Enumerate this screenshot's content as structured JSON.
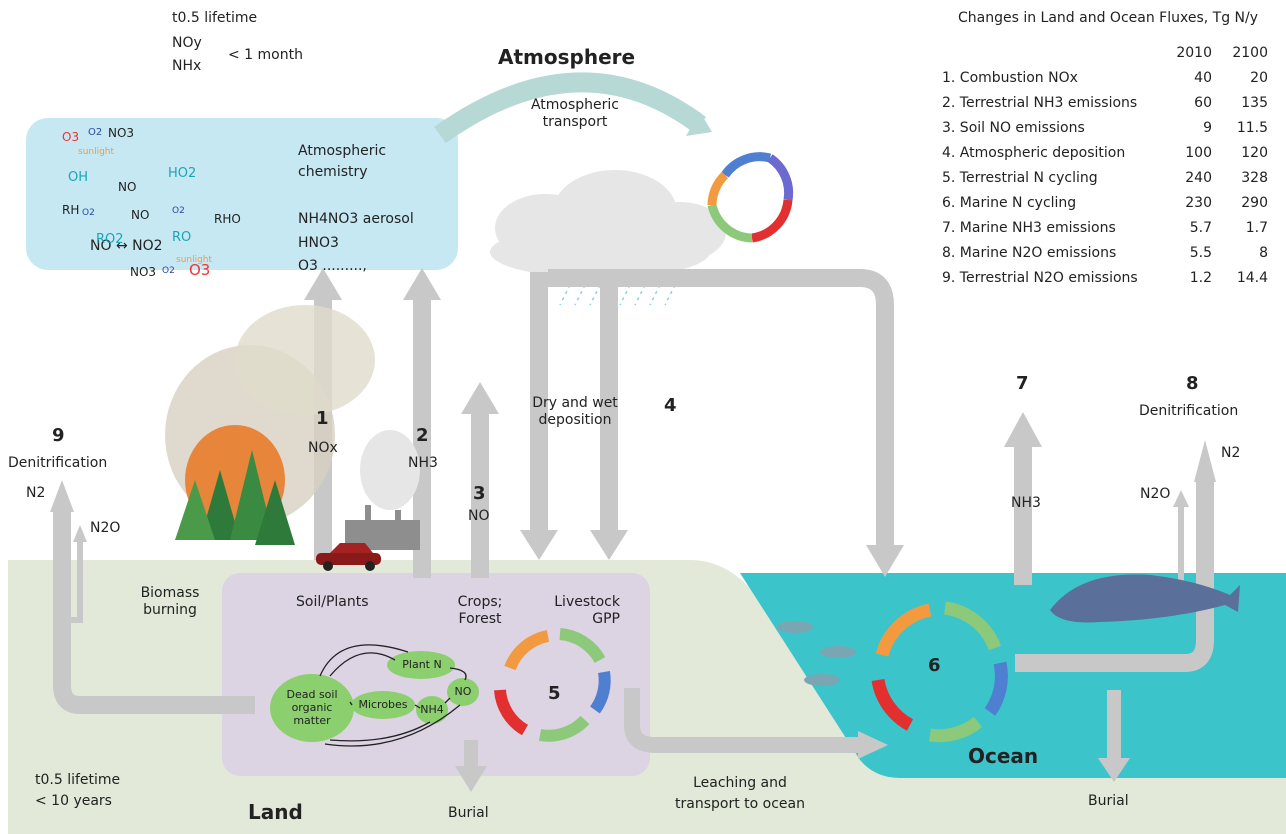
{
  "labels": {
    "lifetime_top": "t0.5 lifetime",
    "noy": "NOy",
    "nhx": "NHx",
    "lt_month": "< 1 month",
    "atmosphere": "Atmosphere",
    "atm_transport_1": "Atmospheric",
    "atm_transport_2": "transport",
    "atm_chem_1": "Atmospheric",
    "atm_chem_2": "chemistry",
    "aerosol": "NH4NO3 aerosol",
    "hno3": "HNO3",
    "o3_dots": "O3 .........,",
    "no_no2": "NO ↔ NO2",
    "flux1": "1",
    "flux1_sp": "NOx",
    "flux2": "2",
    "flux2_sp": "NH3",
    "flux3": "3",
    "flux3_sp": "NO",
    "flux4": "4",
    "dry_wet_1": "Dry and wet",
    "dry_wet_2": "deposition",
    "flux5": "5",
    "flux6": "6",
    "flux7": "7",
    "flux7_sp": "NH3",
    "flux8": "8",
    "denit_ocean": "Denitrification",
    "n2_ocean": "N2",
    "n2o_ocean": "N2O",
    "flux9": "9",
    "denit_land": "Denitrification",
    "n2_land": "N2",
    "n2o_land": "N2O",
    "biomass_1": "Biomass",
    "biomass_2": "burning",
    "soil_plants": "Soil/Plants",
    "crops_1": "Crops;",
    "crops_2": "Forest",
    "livestock_1": "Livestock",
    "livestock_2": "GPP",
    "plant_n": "Plant N",
    "dead_soil_1": "Dead soil",
    "dead_soil_2": "organic",
    "dead_soil_3": "matter",
    "microbes": "Microbes",
    "nh4": "NH4",
    "no_node": "NO",
    "lifetime_land_1": "t0.5 lifetime",
    "lifetime_land_2": "< 10 years",
    "land": "Land",
    "burial_land": "Burial",
    "leach_1": "Leaching and",
    "leach_2": "transport to ocean",
    "ocean": "Ocean",
    "burial_ocean": "Burial"
  },
  "chem": {
    "o3_a": "O3",
    "o2_a": "O2",
    "no3_a": "NO3",
    "sunlight_a": "sunlight",
    "oh": "OH",
    "no_a": "NO",
    "ho2": "HO2",
    "rh": "RH",
    "o2_b": "O2",
    "o2_c": "O2",
    "rho": "RHO",
    "ro2": "RO2",
    "no_b": "NO",
    "ro": "RO",
    "o2_d": "O2",
    "sunlight_b": "sunlight",
    "no3_b": "NO3",
    "o2_e": "O2",
    "o3_b": "O3"
  },
  "table": {
    "title": "Changes in Land and Ocean Fluxes, Tg N/y",
    "col_2010": "2010",
    "col_2100": "2100",
    "rows": [
      {
        "label": "1.  Combustion NOx",
        "v2010": "40",
        "v2100": "20"
      },
      {
        "label": "2.  Terrestrial NH3 emissions",
        "v2010": "60",
        "v2100": "135"
      },
      {
        "label": "3.  Soil NO emissions",
        "v2010": "9",
        "v2100": "11.5"
      },
      {
        "label": "4.  Atmospheric deposition",
        "v2010": "100",
        "v2100": "120"
      },
      {
        "label": "5.  Terrestrial N cycling",
        "v2010": "240",
        "v2100": "328"
      },
      {
        "label": "6.  Marine N cycling",
        "v2010": "230",
        "v2100": "290"
      },
      {
        "label": "7.  Marine NH3 emissions",
        "v2010": "5.7",
        "v2100": "1.7"
      },
      {
        "label": "8.  Marine N2O emissions",
        "v2010": "5.5",
        "v2100": "8"
      },
      {
        "label": "9.  Terrestrial N2O emissions",
        "v2010": "1.2",
        "v2100": "14.4"
      }
    ]
  },
  "colors": {
    "land": "#e3e9d9",
    "soil_box": "#dcd3e3",
    "ocean": "#3cc4cb",
    "atm_box": "#c6e8f3",
    "arrow_grey": "#c8c8c8",
    "transport_arrow": "#b6d9d6",
    "node_green": "#8ccf6e"
  }
}
